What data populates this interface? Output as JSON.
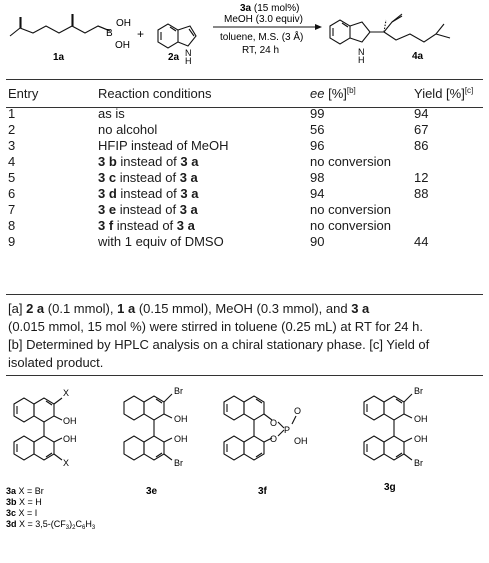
{
  "scheme": {
    "reagent_1a": "1a",
    "boron_OH_1": "OH",
    "boron_B": "B",
    "boron_OH_2": "OH",
    "plus": "+",
    "reagent_2a": "2a",
    "nh_label": "H",
    "n_label": "N",
    "arrow_line1_bold": "3a",
    "arrow_line1_rest": " (15 mol%)",
    "arrow_line2": "MeOH (3.0 equiv)",
    "arrow_line3": "toluene, M.S. (3 Å)",
    "arrow_line4": "RT, 24 h",
    "product_4a": "4a",
    "product_nh": "H"
  },
  "table": {
    "headers": {
      "entry": "Entry",
      "conditions": "Reaction conditions",
      "ee": "ee",
      "ee_unit": " [%]",
      "ee_sup": "[b]",
      "yield": "Yield [%]",
      "yield_sup": "[c]"
    },
    "rows": [
      {
        "entry": "1",
        "cond_bold": "",
        "cond": "as is",
        "ee": "99",
        "yield": "94"
      },
      {
        "entry": "2",
        "cond_bold": "",
        "cond": "no alcohol",
        "ee": "56",
        "yield": "67"
      },
      {
        "entry": "3",
        "cond_bold": "",
        "cond": "HFIP instead of MeOH",
        "ee": "96",
        "yield": "86"
      },
      {
        "entry": "4",
        "cond_bold": "3 b",
        "cond": " instead of ",
        "cond_bold2": "3 a",
        "ee": "no conversion",
        "yield": ""
      },
      {
        "entry": "5",
        "cond_bold": "3 c",
        "cond": " instead of ",
        "cond_bold2": "3 a",
        "ee": "98",
        "yield": "12"
      },
      {
        "entry": "6",
        "cond_bold": "3 d",
        "cond": " instead of ",
        "cond_bold2": "3 a",
        "ee": "94",
        "yield": "88"
      },
      {
        "entry": "7",
        "cond_bold": "3 e",
        "cond": " instead of ",
        "cond_bold2": "3 a",
        "ee": "no conversion",
        "yield": ""
      },
      {
        "entry": "8",
        "cond_bold": "3 f",
        "cond": " instead of ",
        "cond_bold2": "3 a",
        "ee": "no conversion",
        "yield": ""
      },
      {
        "entry": "9",
        "cond_bold": "",
        "cond": "with 1 equiv of DMSO",
        "ee": "90",
        "yield": "44"
      }
    ]
  },
  "footnotes": {
    "line1_a": "[a] ",
    "line1_b1": "2 a",
    "line1_c": " (0.1 mmol), ",
    "line1_b2": "1 a",
    "line1_d": " (0.15 mmol), MeOH (0.3 mmol), and ",
    "line1_b3": "3 a",
    "line2": "(0.015 mmol, 15 mol %) were stirred in toluene (0.25 mL) at RT for 24 h.",
    "line3": "[b] Determined by HPLC analysis on a chiral stationary phase. [c] Yield of",
    "line4": "isolated product."
  },
  "catalysts": {
    "label_3a": "3a",
    "text_3a": " X = Br",
    "label_3b": "3b",
    "text_3b": " X = H",
    "label_3c": "3c",
    "text_3c": " X = I",
    "label_3d": "3d",
    "text_3d": " X = 3,5-(CF",
    "text_3d_sub1": "3",
    "text_3d_mid": ")",
    "text_3d_sub2": "2",
    "text_3d_c": "C",
    "text_3d_sub3": "6",
    "text_3d_h": "H",
    "text_3d_sub4": "3",
    "x_label": "X",
    "oh": "OH",
    "br": "Br",
    "label_3e": "3e",
    "label_3f": "3f",
    "label_3g": "3g",
    "o": "O",
    "p": "P"
  }
}
